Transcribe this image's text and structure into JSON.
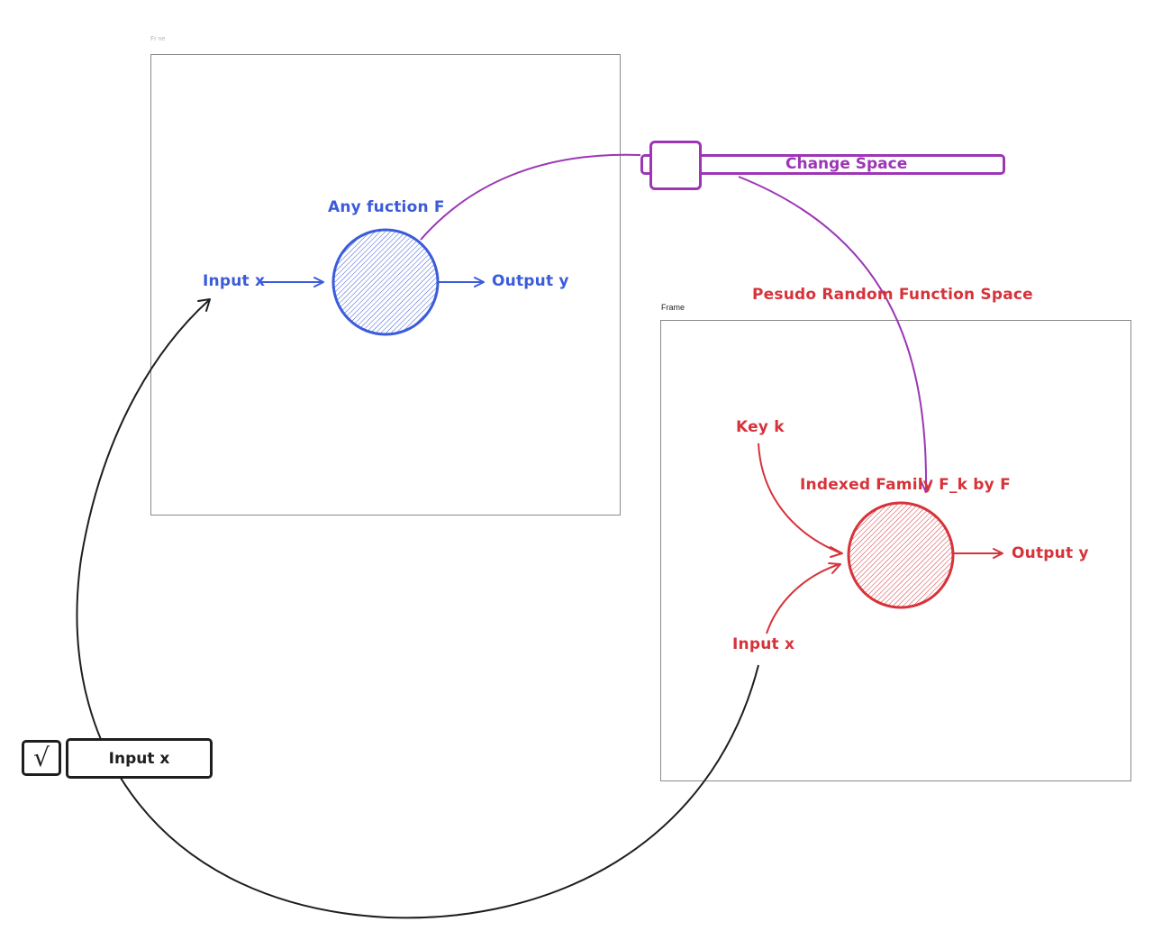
{
  "colors": {
    "blue": "#3b5bdb",
    "red": "#d6333a",
    "purple": "#9c36b5",
    "black": "#1e1e1e",
    "frame_border": "#8a8a8a"
  },
  "frame_left": {
    "label": "Fr  ne"
  },
  "frame_right": {
    "label": "Frame",
    "title": "Pesudo Random Function Space"
  },
  "blue_diagram": {
    "function_label": "Any fuction F",
    "input_label": "Input x",
    "output_label": "Output y"
  },
  "red_diagram": {
    "key_label": "Key k",
    "family_label": "Indexed Family F_k by F",
    "input_label": "Input x",
    "output_label": "Output y"
  },
  "slider": {
    "label": "Change Space",
    "icon": "slider-thumb"
  },
  "checkbox_control": {
    "checked": true,
    "check_glyph": "√",
    "label": "Input x"
  }
}
